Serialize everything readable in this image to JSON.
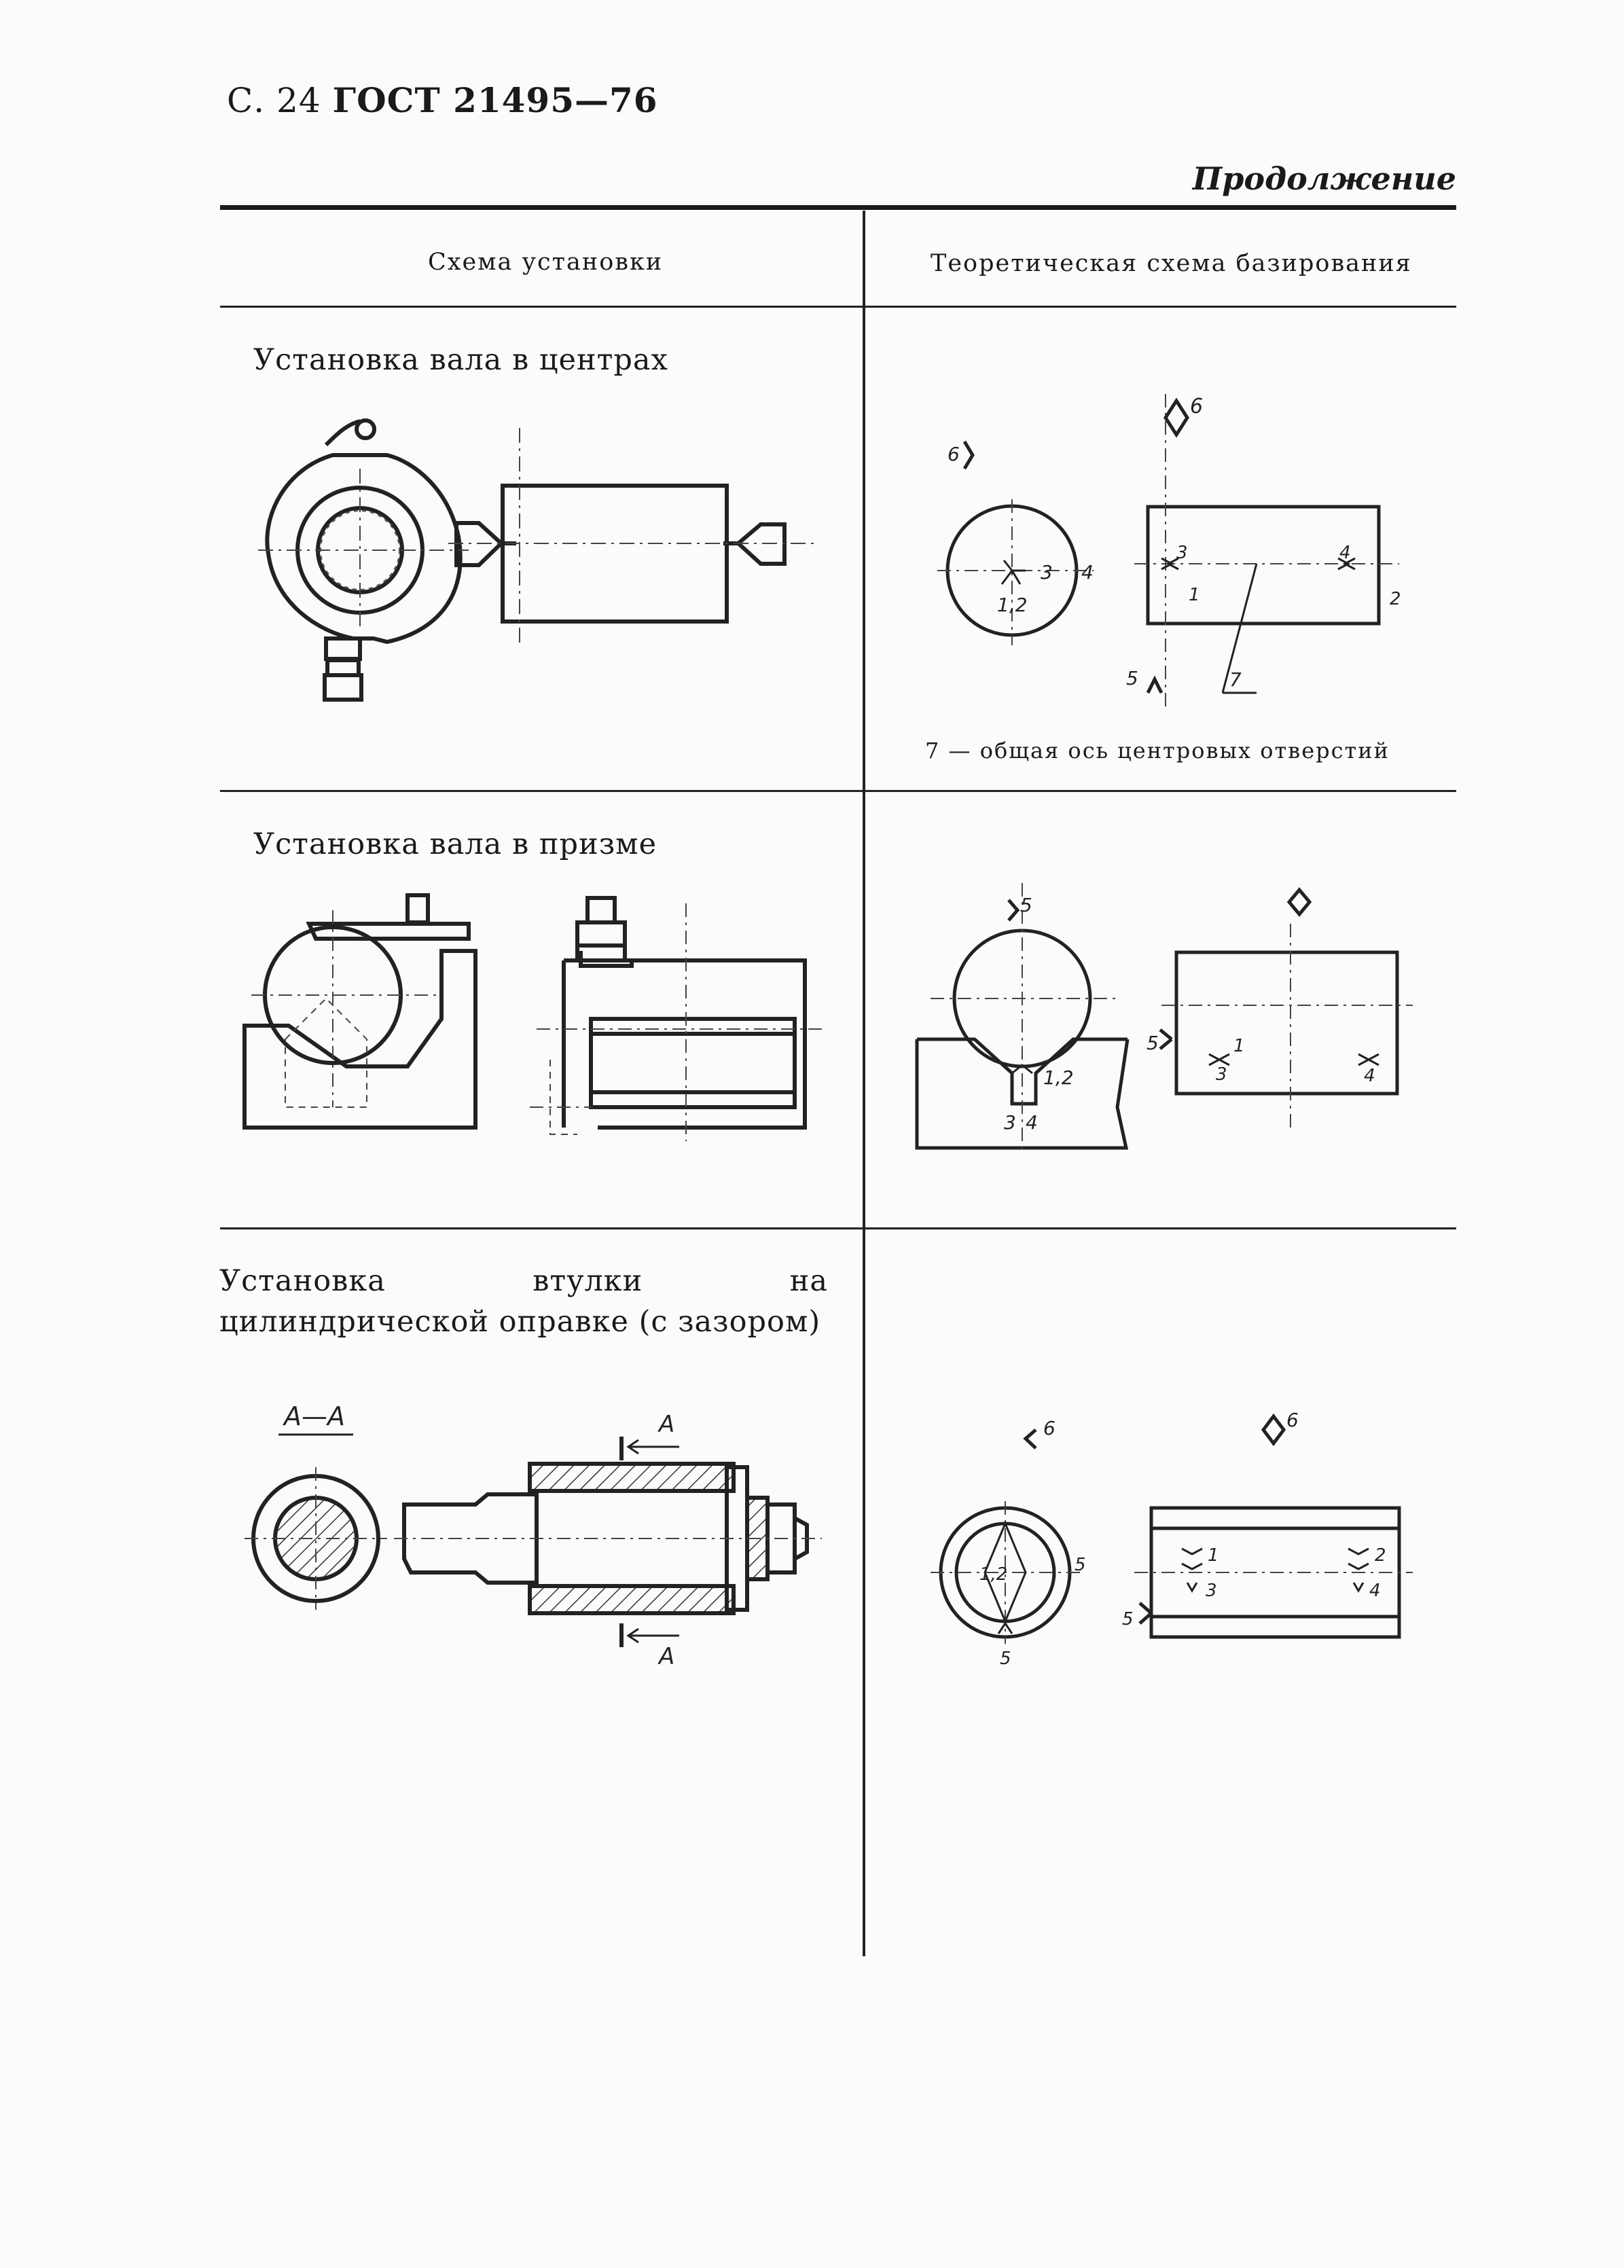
{
  "header": {
    "page": "С. 24",
    "standard": "ГОСТ 21495—76",
    "continuation": "Продолжение"
  },
  "table": {
    "col_left": "Схема установки",
    "col_right": "Теоретическая схема базирования",
    "rows": [
      {
        "title": "Установка вала в центрах",
        "note": "7 — общая ось центровых отверстий",
        "labels": [
          "6",
          "1,2",
          "3",
          "4",
          "6",
          "3",
          "4",
          "1",
          "2",
          "5",
          "7"
        ]
      },
      {
        "title": "Установка вала в призме",
        "labels": [
          "5",
          "1,2",
          "3",
          "4",
          "5",
          "1",
          "3",
          "4"
        ]
      },
      {
        "title": "Установка втулки на цилиндрической оправке (с зазором)",
        "labels": [
          "А—А",
          "А",
          "А",
          "6",
          "6",
          "1,2",
          "5",
          "5",
          "1",
          "2",
          "3",
          "4",
          "5"
        ]
      }
    ]
  }
}
